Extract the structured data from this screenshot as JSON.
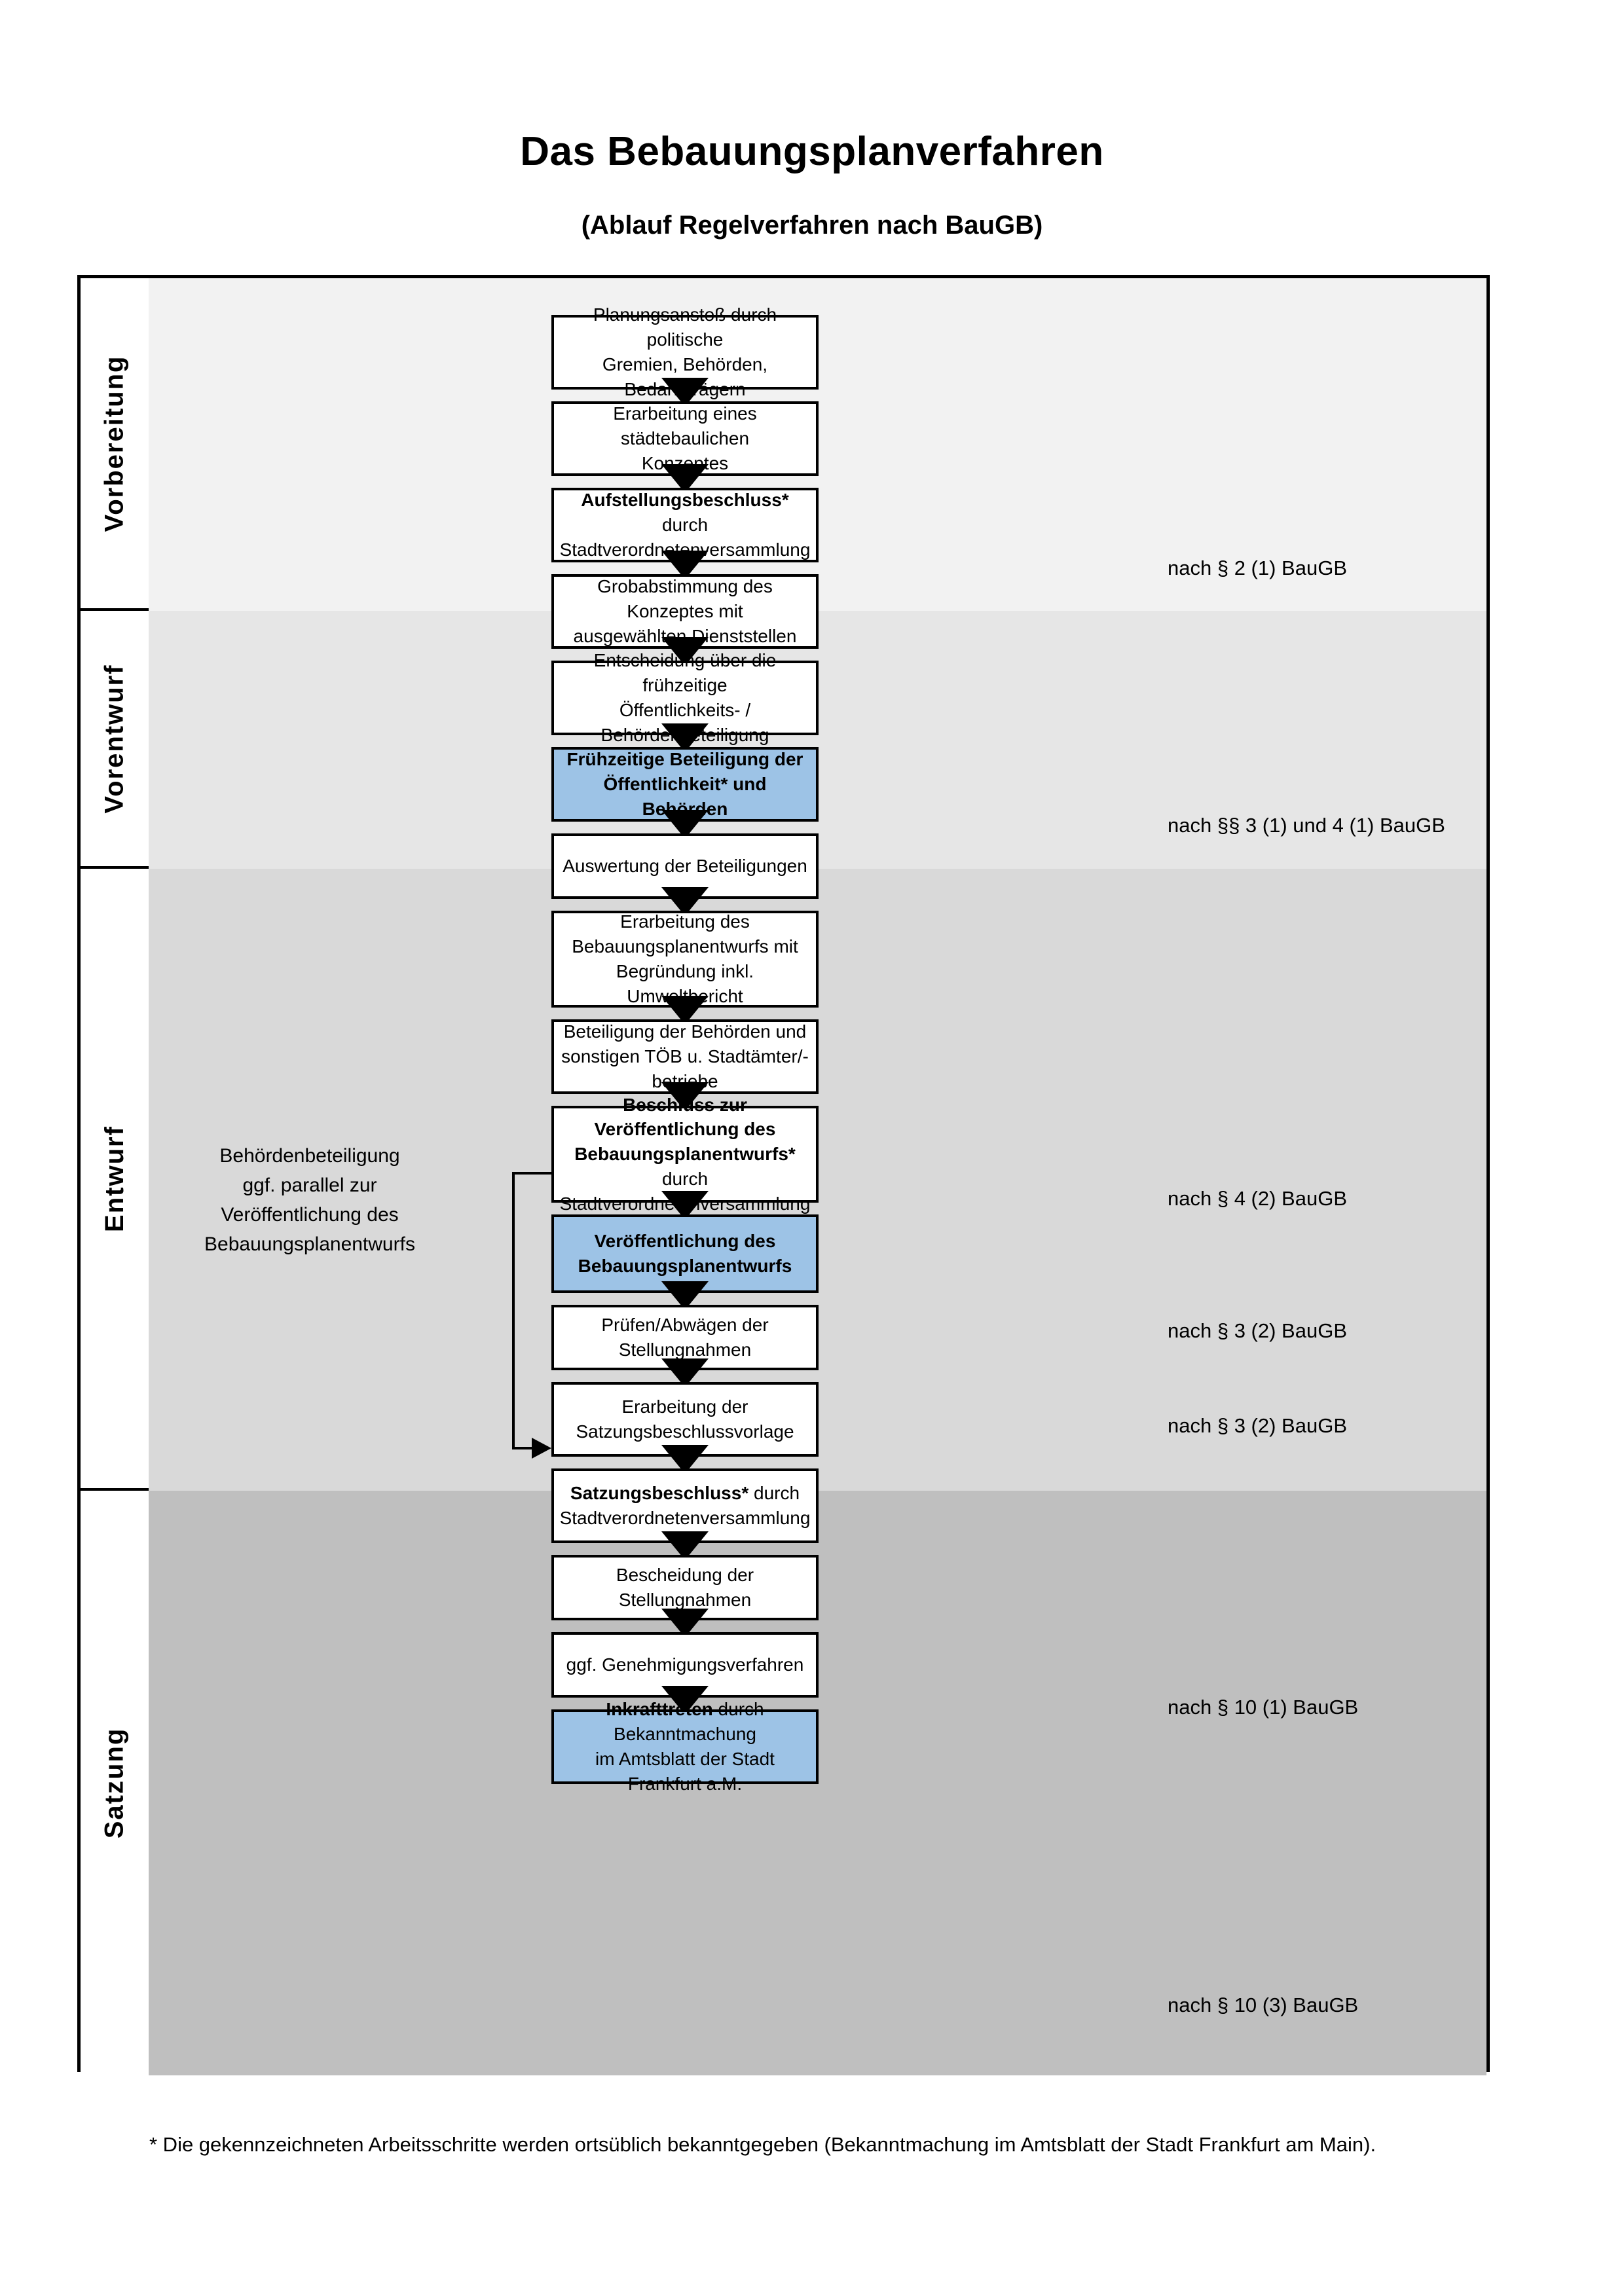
{
  "header": {
    "title": "Das Bebauungsplanverfahren",
    "subtitle": "(Ablauf Regelverfahren nach BauGB)"
  },
  "colors": {
    "highlight_blue": "#9DC3E6",
    "band_vorbereitung": "#F2F2F2",
    "band_vorentwurf": "#E6E6E6",
    "band_entwurf": "#D9D9D9",
    "band_satzung": "#BFBFBF",
    "line": "#000000"
  },
  "phases": [
    {
      "id": "vorbereitung",
      "label": "Vorbereitung"
    },
    {
      "id": "vorentwurf",
      "label": "Vorentwurf"
    },
    {
      "id": "entwurf",
      "label": "Entwurf"
    },
    {
      "id": "satzung",
      "label": "Satzung"
    }
  ],
  "steps": [
    {
      "id": "planungsanstoss",
      "phase": "vorbereitung",
      "highlight": false,
      "lines": [
        {
          "text": "Planungsanstoß durch politische",
          "bold": false
        },
        {
          "text": "Gremien, Behörden, Bedarfsträgern",
          "bold": false
        }
      ]
    },
    {
      "id": "staedtebauliches-konzept",
      "phase": "vorbereitung",
      "highlight": false,
      "lines": [
        {
          "text": "Erarbeitung eines städtebaulichen",
          "bold": false
        },
        {
          "text": "Konzeptes",
          "bold": false
        }
      ]
    },
    {
      "id": "aufstellungsbeschluss",
      "phase": "vorbereitung",
      "highlight": false,
      "lines": [
        {
          "text": "Aufstellungsbeschluss*",
          "bold": true,
          "suffix": " durch"
        },
        {
          "text": "Stadtverordnetenversammlung",
          "bold": false
        }
      ]
    },
    {
      "id": "grobabstimmung",
      "phase": "vorentwurf",
      "highlight": false,
      "lines": [
        {
          "text": "Grobabstimmung des Konzeptes mit",
          "bold": false
        },
        {
          "text": "ausgewählten Dienststellen",
          "bold": false
        }
      ]
    },
    {
      "id": "entscheidung-fruehzeitig",
      "phase": "vorentwurf",
      "highlight": false,
      "lines": [
        {
          "text": "Entscheidung über die frühzeitige",
          "bold": false
        },
        {
          "text": "Öffentlichkeits- / Behördenbeteiligung",
          "bold": false
        }
      ]
    },
    {
      "id": "fruehzeitige-beteiligung",
      "phase": "vorentwurf",
      "highlight": true,
      "lines": [
        {
          "text": "Frühzeitige Beteiligung der",
          "bold": true
        },
        {
          "text": "Öffentlichkeit* und Behörden",
          "bold": true
        }
      ]
    },
    {
      "id": "auswertung-beteiligungen",
      "phase": "entwurf",
      "highlight": false,
      "lines": [
        {
          "text": "Auswertung der Beteiligungen",
          "bold": false
        }
      ]
    },
    {
      "id": "erarbeitung-bplanentwurf",
      "phase": "entwurf",
      "highlight": false,
      "lines": [
        {
          "text": "Erarbeitung des",
          "bold": false
        },
        {
          "text": "Bebauungsplanentwurfs mit",
          "bold": false
        },
        {
          "text": "Begründung inkl. Umweltbericht",
          "bold": false
        }
      ]
    },
    {
      "id": "beteiligung-behoerden",
      "phase": "entwurf",
      "highlight": false,
      "lines": [
        {
          "text": "Beteiligung der Behörden und",
          "bold": false
        },
        {
          "text": "sonstigen TÖB u. Stadtämter/-betriebe",
          "bold": false
        }
      ]
    },
    {
      "id": "beschluss-veroeffentlichung",
      "phase": "entwurf",
      "highlight": false,
      "lines": [
        {
          "text": "Beschluss zur Veröffentlichung des",
          "bold": true
        },
        {
          "text": "Bebauungsplanentwurfs*",
          "bold": true,
          "suffix": " durch"
        },
        {
          "text": "Stadtverordnetenversammlung",
          "bold": false
        }
      ]
    },
    {
      "id": "veroeffentlichung-bplanentwurf",
      "phase": "entwurf",
      "highlight": true,
      "lines": [
        {
          "text": "Veröffentlichung des",
          "bold": true
        },
        {
          "text": "Bebauungsplanentwurfs",
          "bold": true
        }
      ]
    },
    {
      "id": "pruefen-abwaegen",
      "phase": "satzung",
      "highlight": false,
      "lines": [
        {
          "text": "Prüfen/Abwägen der Stellungnahmen",
          "bold": false
        }
      ]
    },
    {
      "id": "satzungsbeschlussvorlage",
      "phase": "satzung",
      "highlight": false,
      "lines": [
        {
          "text": "Erarbeitung der",
          "bold": false
        },
        {
          "text": "Satzungsbeschlussvorlage",
          "bold": false
        }
      ]
    },
    {
      "id": "satzungsbeschluss",
      "phase": "satzung",
      "highlight": false,
      "lines": [
        {
          "text": "Satzungsbeschluss*",
          "bold": true,
          "suffix": " durch"
        },
        {
          "text": "Stadtverordnetenversammlung",
          "bold": false
        }
      ]
    },
    {
      "id": "bescheidung-stellungnahmen",
      "phase": "satzung",
      "highlight": false,
      "lines": [
        {
          "text": "Bescheidung der Stellungnahmen",
          "bold": false
        }
      ]
    },
    {
      "id": "genehmigungsverfahren",
      "phase": "satzung",
      "highlight": false,
      "lines": [
        {
          "text": "ggf. Genehmigungsverfahren",
          "bold": false
        }
      ]
    },
    {
      "id": "inkrafttreten",
      "phase": "satzung",
      "highlight": true,
      "lines": [
        {
          "text": "Inkrafttreten",
          "bold": true,
          "suffix": " durch Bekanntmachung"
        },
        {
          "text": "im Amtsblatt der Stadt Frankfurt a.M.",
          "bold": false
        }
      ]
    }
  ],
  "legal_refs": [
    {
      "id": "ref-par2-1",
      "text": "nach § 2 (1) BauGB"
    },
    {
      "id": "ref-par3-1-4-1",
      "text": "nach §§ 3 (1) und 4 (1) BauGB"
    },
    {
      "id": "ref-par4-2",
      "text": "nach § 4 (2) BauGB"
    },
    {
      "id": "ref-par3-2-a",
      "text": "nach § 3 (2) BauGB"
    },
    {
      "id": "ref-par3-2-b",
      "text": "nach § 3 (2) BauGB"
    },
    {
      "id": "ref-par10-1",
      "text": "nach § 10 (1) BauGB"
    },
    {
      "id": "ref-par10-3",
      "text": "nach § 10 (3) BauGB"
    }
  ],
  "side_note": {
    "lines": [
      "Behördenbeteiligung",
      "ggf. parallel zur",
      "Veröffentlichung des",
      "Bebauungsplanentwurfs"
    ]
  },
  "footnote": {
    "text": "* Die gekennzeichneten Arbeitsschritte werden ortsüblich bekanntgegeben (Bekanntmachung im Amtsblatt  der Stadt Frankfurt am Main)."
  }
}
